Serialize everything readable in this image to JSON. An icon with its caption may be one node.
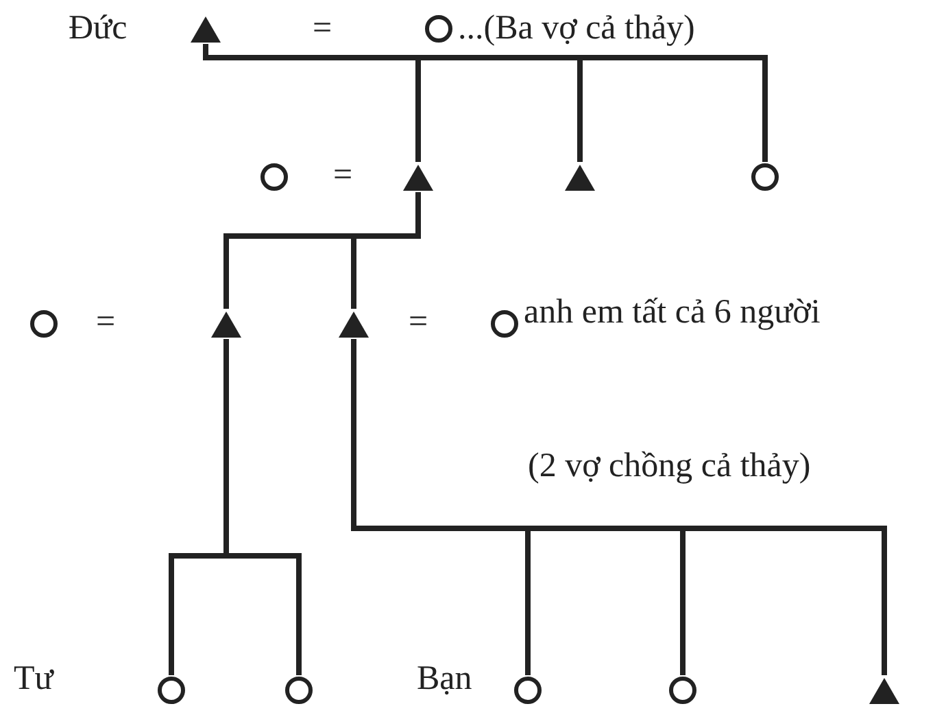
{
  "diagram": {
    "nodes": [
      {
        "text": [],
        "shape": "triangle",
        "beside": [
          "Đức"
        ]
      },
      {
        "text": [],
        "shape": "circle",
        "beside": [
          "...(Ba vợ cả thảy)"
        ]
      },
      {
        "text": [],
        "shape": "circle"
      },
      {
        "text": [],
        "shape": "triangle"
      },
      {
        "text": [],
        "shape": "triangle"
      },
      {
        "text": [],
        "shape": "circle"
      },
      {
        "text": [],
        "shape": "circle"
      },
      {
        "text": [],
        "shape": "triangle"
      },
      {
        "text": [],
        "shape": "triangle"
      },
      {
        "text": [],
        "shape": "circle",
        "beside": [
          "anh em tất cả 6 người"
        ]
      },
      {
        "text": [],
        "shape": "circle",
        "beside": [
          "Tư"
        ]
      },
      {
        "text": [],
        "shape": "circle"
      },
      {
        "text": [],
        "shape": "circle",
        "beside": [
          "Bạn"
        ]
      },
      {
        "text": [],
        "shape": "circle"
      },
      {
        "text": [],
        "shape": "triangle"
      }
    ],
    "edges": [
      {
        "from": 0,
        "to": 3,
        "arrow": "none"
      },
      {
        "from": 0,
        "to": 4,
        "arrow": "none"
      },
      {
        "from": 0,
        "to": 5,
        "arrow": "none"
      },
      {
        "from": 3,
        "to": 7,
        "arrow": "none"
      },
      {
        "from": 3,
        "to": 8,
        "arrow": "none"
      },
      {
        "from": 7,
        "to": 10,
        "arrow": "none"
      },
      {
        "from": 7,
        "to": 11,
        "arrow": "none"
      },
      {
        "from": 8,
        "to": 12,
        "arrow": "none"
      },
      {
        "from": 8,
        "to": 13,
        "arrow": "none"
      },
      {
        "from": 8,
        "to": 14,
        "arrow": "none"
      }
    ],
    "labels": [
      "=",
      "=",
      "=",
      "=",
      "(2 vợ chồng cả thảy)"
    ]
  }
}
